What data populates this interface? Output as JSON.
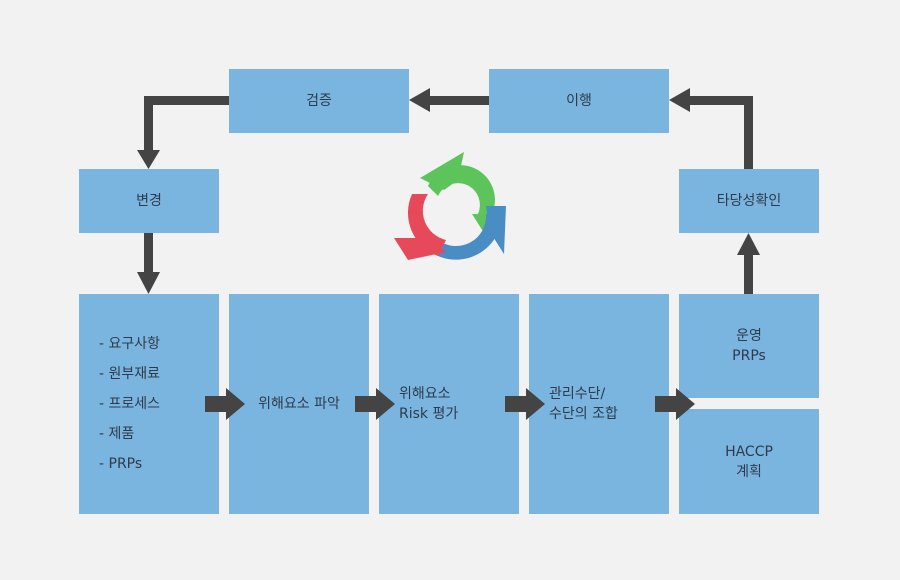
{
  "boxes": {
    "verify": "검증",
    "implement": "이행",
    "change": "변경",
    "validate": "타당성확인",
    "inputs": [
      "- 요구사항",
      "- 원부재료",
      "- 프로세스",
      "- 제품",
      "- PRPs"
    ],
    "hazard_id": "위해요소 파악",
    "risk_eval": [
      "위해요소",
      "Risk 평가"
    ],
    "control": [
      "관리수단/",
      "수단의 조합"
    ],
    "op_prp": [
      "운영",
      "PRPs"
    ],
    "haccp": [
      "HACCP",
      "계획"
    ]
  },
  "colors": {
    "box": "#7ab5e0",
    "arrow": "#444444",
    "cycle_green": "#5cc45a",
    "cycle_blue": "#4a8cc4",
    "cycle_red": "#e64a5a",
    "background": "#f2f2f2"
  }
}
